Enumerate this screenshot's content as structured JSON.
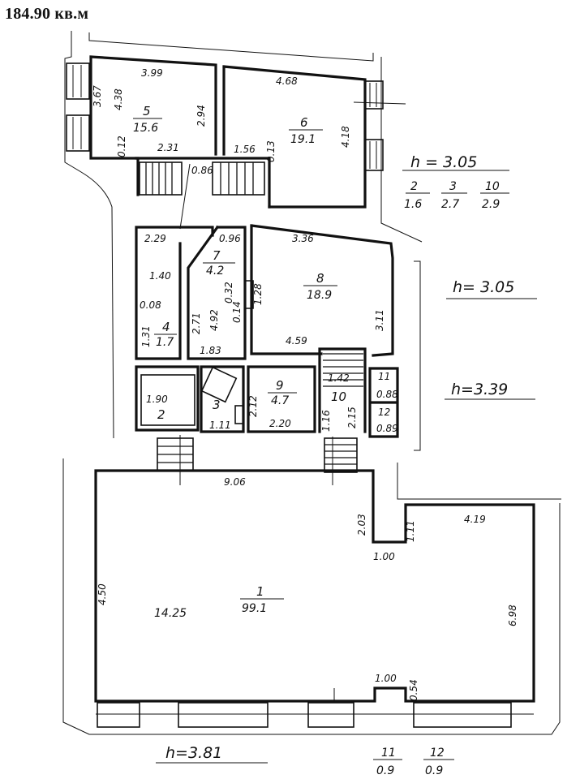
{
  "header": {
    "total_area": "184.90 кв.м"
  },
  "heights": {
    "h1": "h = 3.05",
    "h2": "h= 3.05",
    "h3": "h=3.39",
    "h4": "h=3.81"
  },
  "rooms": [
    {
      "num": "1",
      "area": "99.1"
    },
    {
      "num": "2",
      "area": ""
    },
    {
      "num": "3",
      "area": ""
    },
    {
      "num": "4",
      "area": "1.7"
    },
    {
      "num": "5",
      "area": "15.6"
    },
    {
      "num": "6",
      "area": "19.1"
    },
    {
      "num": "7",
      "area": "4.2"
    },
    {
      "num": "8",
      "area": "18.9"
    },
    {
      "num": "9",
      "area": "4.7"
    },
    {
      "num": "10",
      "area": ""
    },
    {
      "num": "11",
      "area": ""
    },
    {
      "num": "12",
      "area": ""
    }
  ],
  "fractions": [
    {
      "num": "2",
      "den": "1.6"
    },
    {
      "num": "3",
      "den": "2.7"
    },
    {
      "num": "10",
      "den": "2.9"
    },
    {
      "num": "11",
      "den": "0.9"
    },
    {
      "num": "12",
      "den": "0.9"
    }
  ],
  "dims": {
    "r5_top": "3.99",
    "r5_left": "3.67",
    "r5_left2": "4.38",
    "r5_right": "2.94",
    "r5_small": "0.12",
    "r6_top": "4.68",
    "r6_right": "4.18",
    "r6_small": "0.13",
    "stair_a": "2.31",
    "stair_b": "0.86",
    "stair_c": "1.56",
    "r4_top": "2.29",
    "r4_a": "1.40",
    "r4_b": "0.08",
    "r4_c": "1.31",
    "r7_top": "0.96",
    "r7_a": "2.71",
    "r7_b": "4.92",
    "r7_c": "0.32",
    "r7_d": "0.14",
    "r7_bot": "1.83",
    "r8_top": "3.36",
    "r8_left": "1.28",
    "r8_bot": "4.59",
    "r8_right": "3.11",
    "r2_a": "1.90",
    "r3_a": "1.11",
    "r9_a": "2.12",
    "r9_b": "2.20",
    "r10_a": "1.42",
    "r10_b": "1.16",
    "r10_c": "2.15",
    "r11_a": "0.88",
    "r12_a": "0.89",
    "r1_top": "9.06",
    "r1_notch": "2.03",
    "r1_notch2": "1.11",
    "r1_notch_w": "1.00",
    "r1_right_top": "4.19",
    "r1_left": "4.50",
    "r1_width": "14.25",
    "r1_right": "6.98",
    "r1_bottom_w": "1.00",
    "r1_bottom_h": "0.54"
  }
}
